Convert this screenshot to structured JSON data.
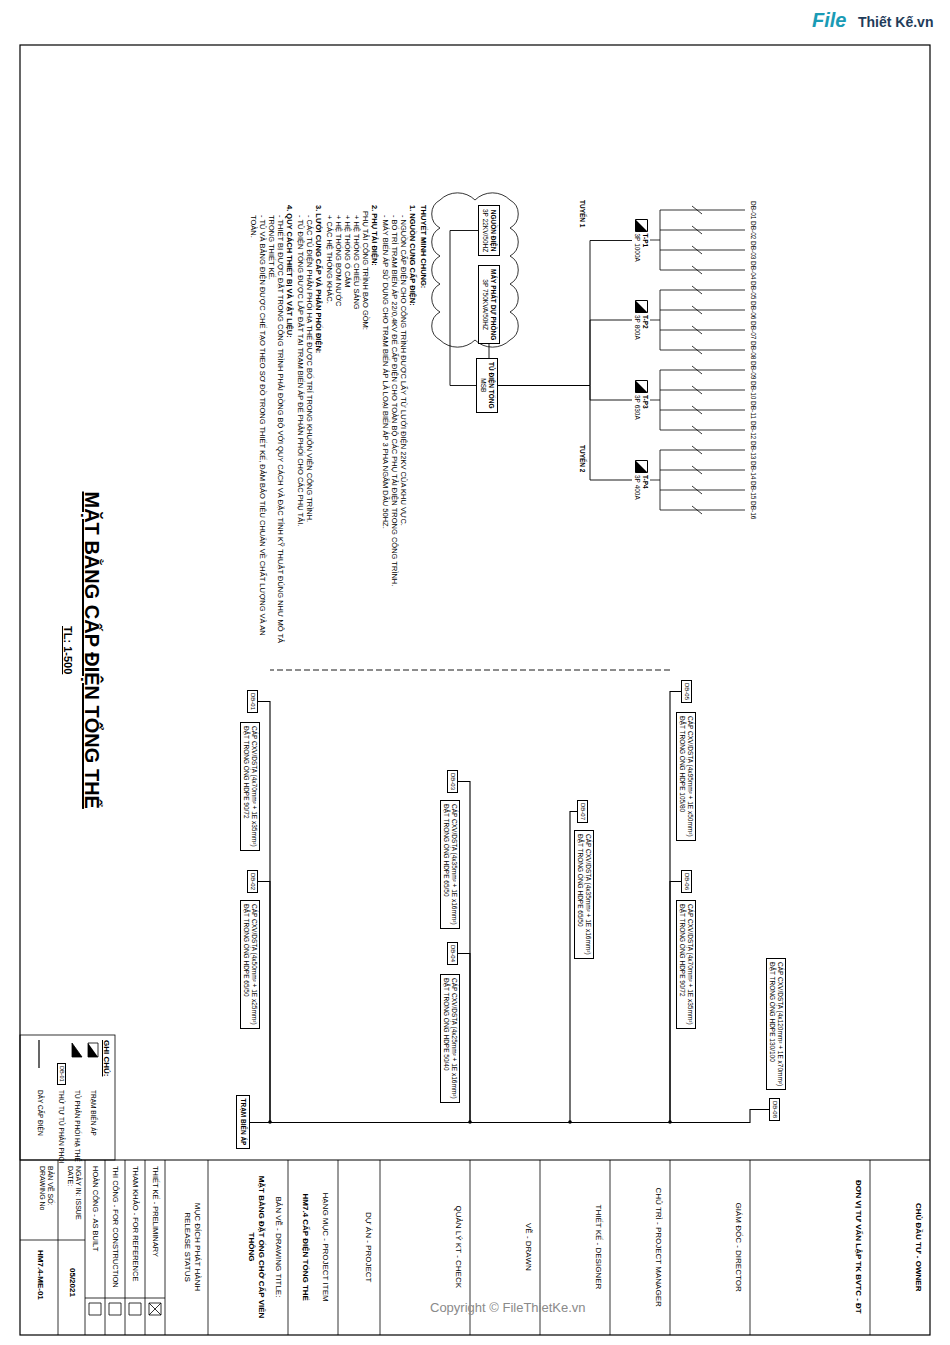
{
  "diagram": {
    "title": "MẶT BẰNG CẤP ĐIỆN TỔNG THỂ",
    "nodes": [
      {
        "text": [
          "NGUỒN ĐIỆN",
          "3P 22KV/50HZ"
        ]
      },
      {
        "text": [
          "MÁY PHÁT DỰ PHÒNG",
          "3P 750KVA/50HZ"
        ]
      },
      {
        "text": [
          "TỦ ĐIỆN TỔNG",
          "MSB"
        ]
      },
      {
        "text": [
          "T-P1",
          "3P 1000A"
        ]
      },
      {
        "text": [
          "T-P2",
          "3P 800A"
        ]
      },
      {
        "text": [
          "T-P3",
          "3P 630A"
        ]
      },
      {
        "text": [
          "T-P4",
          "3P 400A"
        ]
      },
      {
        "text": [
          "TRẠM BIẾN ÁP"
        ]
      },
      {
        "text": [
          "DB-01"
        ]
      },
      {
        "text": [
          "DB-02"
        ]
      },
      {
        "text": [
          "DB-03"
        ]
      },
      {
        "text": [
          "DB-04"
        ]
      },
      {
        "text": [
          "DB-05"
        ]
      },
      {
        "text": [
          "DB-06"
        ]
      },
      {
        "text": [
          "DB-07"
        ]
      },
      {
        "text": [
          "DB-08"
        ]
      },
      {
        "text": [
          "CÁP CXV/DSTA (4x70mm² + 1E x35mm²)",
          "ĐẶT TRONG ỐNG HDPE 90/72"
        ]
      },
      {
        "text": [
          "CÁP CXV/DSTA (4x50mm² + 1E x25mm²)",
          "ĐẶT TRONG ỐNG HDPE 65/50"
        ]
      },
      {
        "text": [
          "CÁP CXV/DSTA (4x35mm² + 1E x16mm²)",
          "ĐẶT TRONG ỐNG HDPE 65/50"
        ]
      },
      {
        "text": [
          "CÁP CXV/DSTA (4x25mm² + 1E x16mm²)",
          "ĐẶT TRONG ỐNG HDPE 50/40"
        ]
      },
      {
        "text": [
          "CÁP CXV/DSTA (4x95mm² + 1E x50mm²)",
          "ĐẶT TRONG ỐNG HDPE 105/80"
        ]
      },
      {
        "text": [
          "CÁP CXV/DSTA (4x70mm² + 1E x35mm²)",
          "ĐẶT TRONG ỐNG HDPE 90/72"
        ]
      },
      {
        "text": [
          "CÁP CXV/DSTA (4x35mm² + 1E x16mm²)",
          "ĐẶT TRONG ỐNG HDPE 65/50"
        ]
      },
      {
        "text": [
          "CÁP CXV/DSTA (4x120mm² + 1E x70mm²)",
          "ĐẶT TRONG ỐNG HDPE 130/100"
        ]
      }
    ],
    "edges": [
      {
        "from": 0,
        "to": 2,
        "arrow": "none"
      },
      {
        "from": 1,
        "to": 2,
        "arrow": "none"
      },
      {
        "from": 2,
        "to": 3,
        "arrow": "none"
      },
      {
        "from": 2,
        "to": 4,
        "arrow": "none"
      },
      {
        "from": 2,
        "to": 5,
        "arrow": "none"
      },
      {
        "from": 2,
        "to": 6,
        "arrow": "none"
      },
      {
        "from": 7,
        "to": 8,
        "arrow": "none"
      },
      {
        "from": 7,
        "to": 9,
        "arrow": "none"
      },
      {
        "from": 7,
        "to": 10,
        "arrow": "none"
      },
      {
        "from": 7,
        "to": 11,
        "arrow": "none"
      },
      {
        "from": 7,
        "to": 12,
        "arrow": "none"
      },
      {
        "from": 7,
        "to": 13,
        "arrow": "none"
      },
      {
        "from": 7,
        "to": 14,
        "arrow": "none"
      },
      {
        "from": 7,
        "to": 15,
        "arrow": "none"
      }
    ],
    "labels": [
      "DB-01",
      "DB-02",
      "DB-03",
      "DB-04",
      "DB-05",
      "DB-06",
      "DB-07",
      "DB-08",
      "DB-09",
      "DB-10",
      "DB-11",
      "DB-12",
      "DB-13",
      "DB-14",
      "DB-15",
      "DB-16",
      "TUYẾN 1",
      "TUYẾN 2",
      "THUYẾT MINH CHUNG:",
      "1. NGUỒN CUNG CẤP ĐIỆN:",
      "- NGUỒN CẤP ĐIỆN CHO CÔNG TRÌNH ĐƯỢC LẤY TỪ LƯỚI ĐIỆN 22KV CỦA KHU VỰC.",
      "- BỐ TRÍ TRẠM BIẾN ÁP 22/0,4KV ĐỂ CẤP ĐIỆN CHO TOÀN BỘ CÁC PHỤ TẢI ĐIỆN TRONG CÔNG TRÌNH.",
      "- MÁY BIẾN ÁP SỬ DỤNG CHO TRẠM BIẾN ÁP LÀ LOẠI BIẾN ÁP 3 PHA NGÂM DẦU 50HZ.",
      "2. PHỤ TẢI ĐIỆN:",
      "PHỤ TẢI CÔNG TRÌNH BAO GỒM:",
      "+ HỆ THỐNG CHIẾU SÁNG",
      "+ HỆ THỐNG Ổ CẮM",
      "+ HỆ THỐNG BƠM NƯỚC",
      "+ CÁC HỆ THỐNG KHÁC.",
      "3. LƯỚI CUNG CẤP VÀ PHÂN PHỐI ĐIỆN:",
      "- CÁC TỦ ĐIỆN PHÂN PHỐI HẠ THẾ ĐƯỢC BỐ TRÍ TRONG KHUÔN VIÊN CÔNG TRÌNH.",
      "- TỦ ĐIỆN TỔNG ĐƯỢC LẮP ĐẶT TẠI TRẠM BIẾN ÁP ĐỂ PHÂN PHỐI CHO CÁC PHỤ TẢI.",
      "4. QUY CÁCH THIẾT BỊ VÀ VẬT LIỆU:",
      "- THIẾT BỊ ĐƯỢC ĐẶT TRONG CÔNG TRÌNH PHẢI ĐỒNG BỘ VỚI QUY CÁCH VÀ ĐẶC TÍNH KỸ THUẬT ĐÚNG NHƯ MÔ TẢ TRONG THIẾT KẾ.",
      "- TỦ VÀ BẢNG ĐIỆN ĐƯỢC CHẾ TẠO THEO SƠ ĐỒ TRONG THIẾT KẾ, ĐẢM BẢO TIÊU CHUẨN VỀ CHẤT LƯỢNG VÀ AN TOÀN.",
      "TL: 1-500",
      "CHỦ ĐẦU TƯ - OWNER",
      "ĐƠN VỊ TƯ VẤN LẬP TK BVTC - ĐT",
      "GIÁM ĐỐC - DIRECTOR",
      "CHỦ TRÌ - PROJECT MANAGER",
      "THIẾT KẾ - DESIGNER",
      "VẼ - DRAWN",
      "QUẢN LÝ KT - CHECK",
      "DỰ ÁN - PROJECT",
      "HẠNG MỤC - PROJECT ITEM",
      "HM7.4 CẤP ĐIỆN TỔNG THỂ",
      "BẢN VẼ - DRAWING TITLE:",
      "MẶT BẰNG ĐẶT ỐNG CHỜ CẤP VIỄN THÔNG",
      "MỤC ĐÍCH PHÁT HÀNH RELEASE STATUS",
      "THIẾT KẾ - PRELIMINARY",
      "THAM KHẢO - FOR REFERENCE",
      "THI CÔNG - FOR CONSTRUCTION",
      "HOÀN CÔNG - AS BUILT",
      "NGÀY IN: ISSUE DATE:",
      "05/2021",
      "BẢN VẼ SỐ: DRAWING No",
      "HM7.4-ME-01",
      "GHI CHÚ:",
      "DB-01",
      "Copyright © FileThietKe.vn",
      "File",
      "Thiết Kế.vn"
    ],
    "legend": [
      {
        "text": "TRẠM BIẾN ÁP"
      },
      {
        "text": "TỦ PHÂN PHỐI HẠ THẾ"
      },
      {
        "text": "THỨ TỰ TỦ PHÂN PHỐI"
      },
      {
        "text": "DÂY CẤP ĐIỆN"
      }
    ]
  }
}
